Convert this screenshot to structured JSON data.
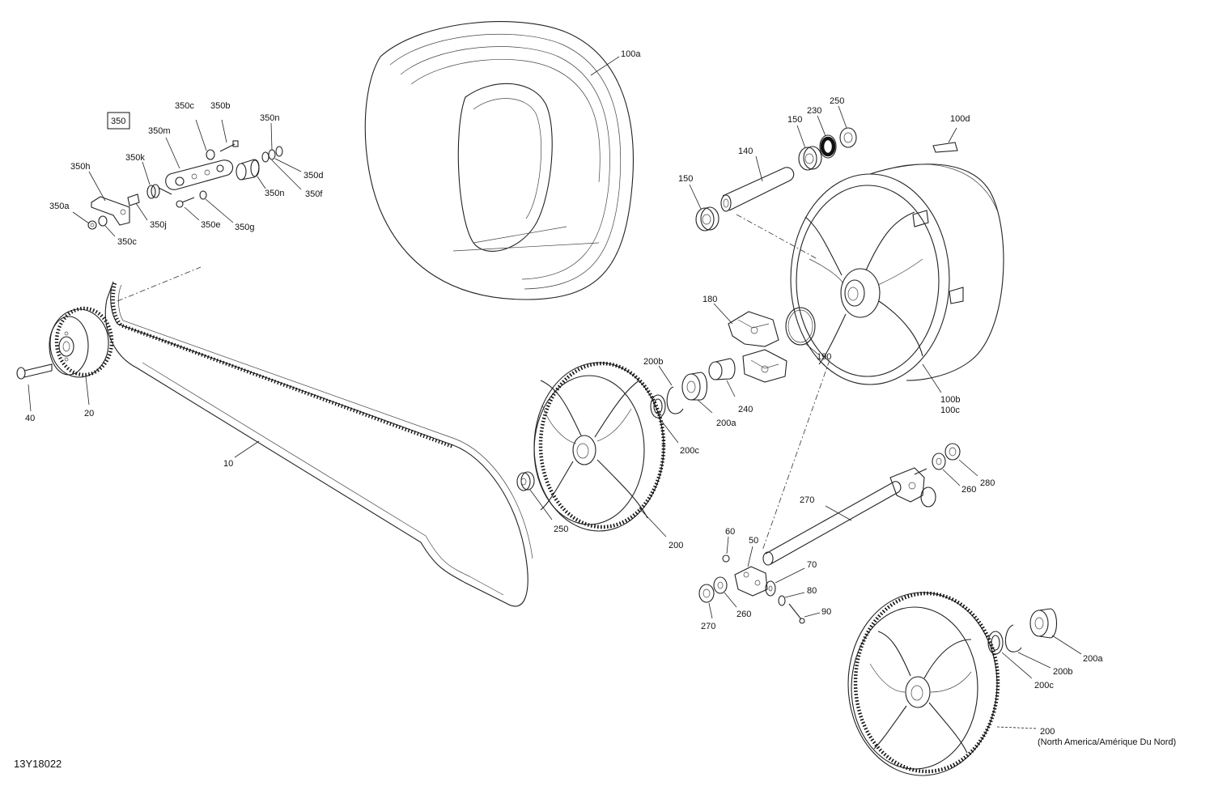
{
  "labels": {
    "box_350": "350",
    "p350c_top": "350c",
    "p350b": "350b",
    "p350m": "350m",
    "p350n_top": "350n",
    "p350k": "350k",
    "p350h": "350h",
    "p350d": "350d",
    "p350n_mid": "350n",
    "p350f": "350f",
    "p350a": "350a",
    "p350j": "350j",
    "p350e": "350e",
    "p350g": "350g",
    "p350c_bot": "350c",
    "p100a": "100a",
    "p250_top": "250",
    "p230": "230",
    "p150_top": "150",
    "p100d": "100d",
    "p140": "140",
    "p150_left": "150",
    "p180": "180",
    "p190": "190",
    "p200b_mid": "200b",
    "p240": "240",
    "p200a_mid": "200a",
    "p200c_mid": "200c",
    "p100b": "100b",
    "p100c": "100c",
    "p40": "40",
    "p20": "20",
    "p10": "10",
    "p250_mid": "250",
    "p200_mid": "200",
    "p280": "280",
    "p260_right": "260",
    "p270_axle": "270",
    "p60": "60",
    "p50": "50",
    "p70": "70",
    "p80": "80",
    "p90": "90",
    "p260_bot": "260",
    "p270_bot": "270",
    "p200a_bot": "200a",
    "p200b_bot": "200b",
    "p200c_bot": "200c",
    "p200_bot": "200",
    "p200_bot_note": "(North America/Amérique Du Nord)",
    "figure_code": "13Y18022"
  }
}
